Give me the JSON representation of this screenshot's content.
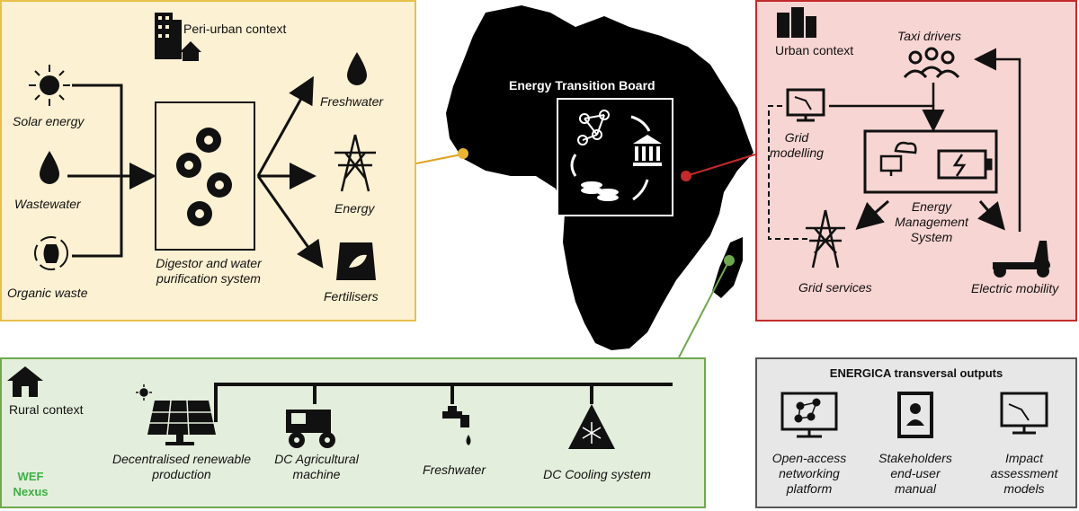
{
  "peri_urban": {
    "title": "Peri-urban context",
    "inputs": [
      "Solar energy",
      "Wastewater",
      "Organic waste"
    ],
    "process": "Digestor and water purification system",
    "outputs": [
      "Freshwater",
      "Energy",
      "Fertilisers"
    ]
  },
  "board": {
    "title": "Energy Transition Board"
  },
  "urban": {
    "title": "Urban context",
    "taxi": "Taxi drivers",
    "grid_modelling": "Grid modelling",
    "ems": "Energy Management System",
    "grid_services": "Grid services",
    "electric_mobility": "Electric mobility"
  },
  "rural": {
    "title": "Rural context",
    "wef": "WEF Nexus",
    "items": [
      "Decentralised renewable production",
      "DC Agricultural machine",
      "Freshwater",
      "DC Cooling system"
    ]
  },
  "outputs": {
    "title": "ENERGICA transversal outputs",
    "items": [
      "Open-access networking platform",
      "Stakeholders end-user manual",
      "Impact assessment models"
    ]
  },
  "colors": {
    "peri_bg": "#fdf1d3",
    "peri_border": "#e8c04a",
    "urban_bg": "#f7d5d3",
    "urban_border": "#c32b2b",
    "rural_bg": "#e4eedc",
    "rural_border": "#6fa84f",
    "wef_text": "#3cb043",
    "outputs_bg": "#e7e7e7"
  }
}
